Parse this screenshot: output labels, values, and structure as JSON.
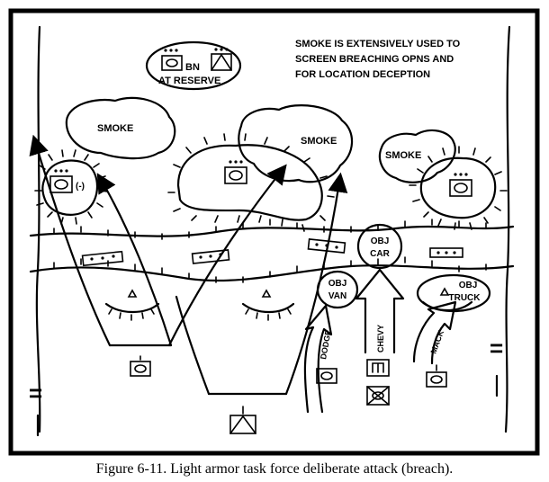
{
  "note": {
    "lines": [
      "SMOKE IS EXTENSIVELY USED TO",
      "SCREEN BREACHING OPNS AND",
      "FOR LOCATION DECEPTION"
    ]
  },
  "reserve": {
    "bn_label": "BN",
    "at_label": "AT RESERVE"
  },
  "smoke_labels": [
    "SMOKE",
    "SMOKE",
    "SMOKE"
  ],
  "enemy": {
    "left_unit_designator": "(-)"
  },
  "objectives": {
    "car": [
      "OBJ",
      "CAR"
    ],
    "van": [
      "OBJ",
      "VAN"
    ],
    "truck": [
      "OBJ",
      "TRUCK"
    ]
  },
  "attack_axes": {
    "dodge": "DODGE",
    "chevy": "CHEVY",
    "mack": "MACK"
  },
  "boundary_marks": {
    "left": "=",
    "right": "="
  },
  "caption": "Figure 6-11.  Light armor task force deliberate attack (breach).",
  "colors": {
    "ink": "#000000",
    "paper": "#ffffff"
  }
}
